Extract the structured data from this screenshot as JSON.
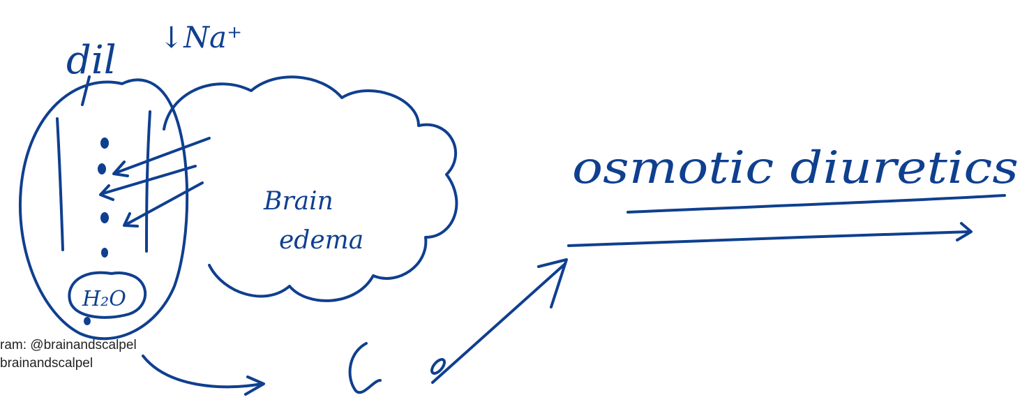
{
  "colors": {
    "ink": "#0f3f8f",
    "background": "#ffffff",
    "credit_text": "#222222"
  },
  "annotations": {
    "dil": "dil",
    "sodium": "↓Na⁺",
    "water": "H₂O",
    "brain_line1": "Brain",
    "brain_line2": "edema",
    "osmotic": "osmotic diuretics"
  },
  "credits": {
    "instagram": "ram: @brainandscalpel",
    "second": "brainandscalpel"
  }
}
